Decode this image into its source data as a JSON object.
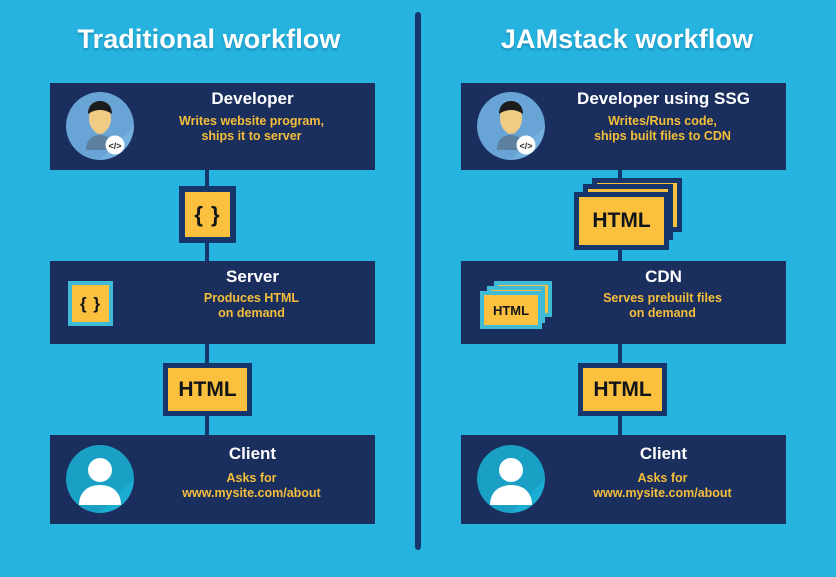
{
  "theme": {
    "background": "#26B3DF",
    "panel_navy": "#1B2F5E",
    "line_navy": "#15366B",
    "accent_yellow": "#FBC13E",
    "sub_text_yellow": "#F5BE3A",
    "cyan_border": "#3FBBD8",
    "title_white": "#FFFFFF"
  },
  "columns": [
    {
      "id": "traditional",
      "title": "Traditional workflow",
      "stages": [
        {
          "id": "developer",
          "title": "Developer",
          "subtitle_lines": [
            "Writes website program,",
            "ships it to server"
          ],
          "icon": "developer-avatar-icon",
          "inline_icon_label": "</>"
        },
        {
          "id": "server",
          "title": "Server",
          "subtitle_lines": [
            "Produces HTML",
            "on demand"
          ],
          "icon": "code-braces-icon",
          "icon_label": "{ }"
        },
        {
          "id": "client",
          "title": "Client",
          "subtitle_lines": [
            "Asks for",
            "www.mysite.com/about"
          ],
          "icon": "client-avatar-icon"
        }
      ],
      "artifacts": [
        {
          "id": "code-artifact",
          "label": "{ }",
          "style": "single-navy-tile"
        },
        {
          "id": "html-artifact",
          "label": "HTML",
          "style": "single-navy-tile"
        }
      ]
    },
    {
      "id": "jamstack",
      "title": "JAMstack workflow",
      "stages": [
        {
          "id": "developer-ssg",
          "title": "Developer using SSG",
          "subtitle_lines": [
            "Writes/Runs code,",
            "ships built files to CDN"
          ],
          "icon": "developer-avatar-icon",
          "inline_icon_label": "</>"
        },
        {
          "id": "cdn",
          "title": "CDN",
          "subtitle_lines": [
            "Serves prebuilt files",
            "on demand"
          ],
          "icon": "html-stack-icon",
          "icon_label": "HTML"
        },
        {
          "id": "client",
          "title": "Client",
          "subtitle_lines": [
            "Asks for",
            "www.mysite.com/about"
          ],
          "icon": "client-avatar-icon"
        }
      ],
      "artifacts": [
        {
          "id": "html-stack-artifact",
          "label": "HTML",
          "style": "stacked-navy-tiles"
        },
        {
          "id": "html-artifact",
          "label": "HTML",
          "style": "single-navy-tile"
        }
      ]
    }
  ]
}
